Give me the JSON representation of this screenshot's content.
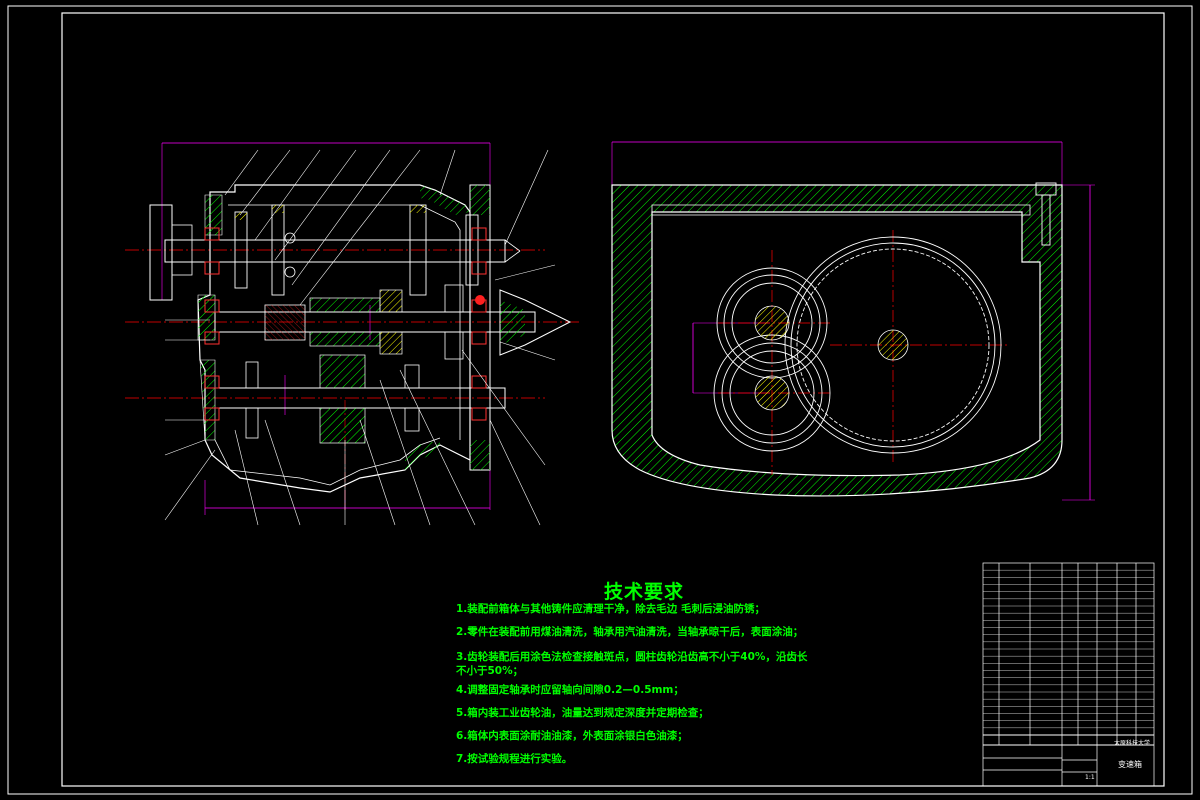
{
  "technical_requirements": {
    "title": "技术要求",
    "items": [
      "1.装配前箱体与其他铸件应清理干净，除去毛边 毛刺后浸油防锈；",
      "2.零件在装配前用煤油清洗，轴承用汽油清洗，当轴承晾干后，表面涂油；",
      "3.齿轮装配后用涂色法检查接触斑点，圆柱齿轮沿齿高不小于40%，沿齿长不小于50%；",
      "4.调整固定轴承时应留轴向间隙0.2—0.5mm；",
      "5.箱内装工业齿轮油，油量达到规定深度并定期检查；",
      "6.箱体内表面涂耐油油漆，外表面涂银白色油漆；",
      "7.按试验规程进行实验。"
    ]
  },
  "title_block": {
    "drawing_name": "变速箱",
    "school": "太原科技大学",
    "scale": "1:1"
  },
  "colors": {
    "background": "#000000",
    "frame": "#ffffff",
    "dimension": "#ff00ff",
    "center_line": "#ff0000",
    "hatch": "#00ff00",
    "text": "#00ff00"
  }
}
